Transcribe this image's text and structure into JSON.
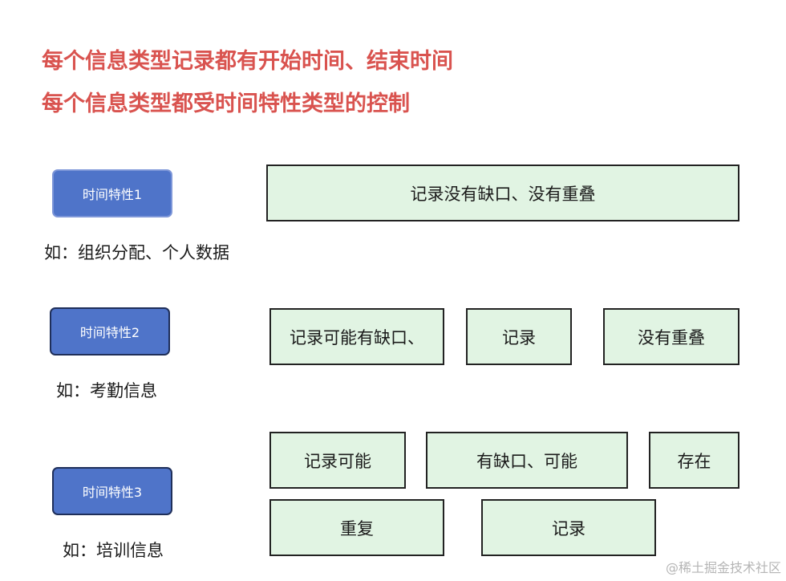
{
  "headlines": {
    "line1": "每个信息类型记录都有开始时间、结束时间",
    "line2": "每个信息类型都受时间特性类型的控制"
  },
  "rows": [
    {
      "property": "时间特性1",
      "example": "如：组织分配、个人数据",
      "boxes": [
        "记录没有缺口、没有重叠"
      ]
    },
    {
      "property": "时间特性2",
      "example": "如：考勤信息",
      "boxes": [
        "记录可能有缺口、",
        "记录",
        "没有重叠"
      ]
    },
    {
      "property": "时间特性3",
      "example": "如：培训信息",
      "boxes": [
        "记录可能",
        "有缺口、可能",
        "存在",
        "重复",
        "记录"
      ]
    }
  ],
  "watermark": "@稀土掘金技术社区",
  "colors": {
    "headline": "#d9534f",
    "property_fill": "#4f74c9",
    "record_fill": "#e1f4e3"
  }
}
